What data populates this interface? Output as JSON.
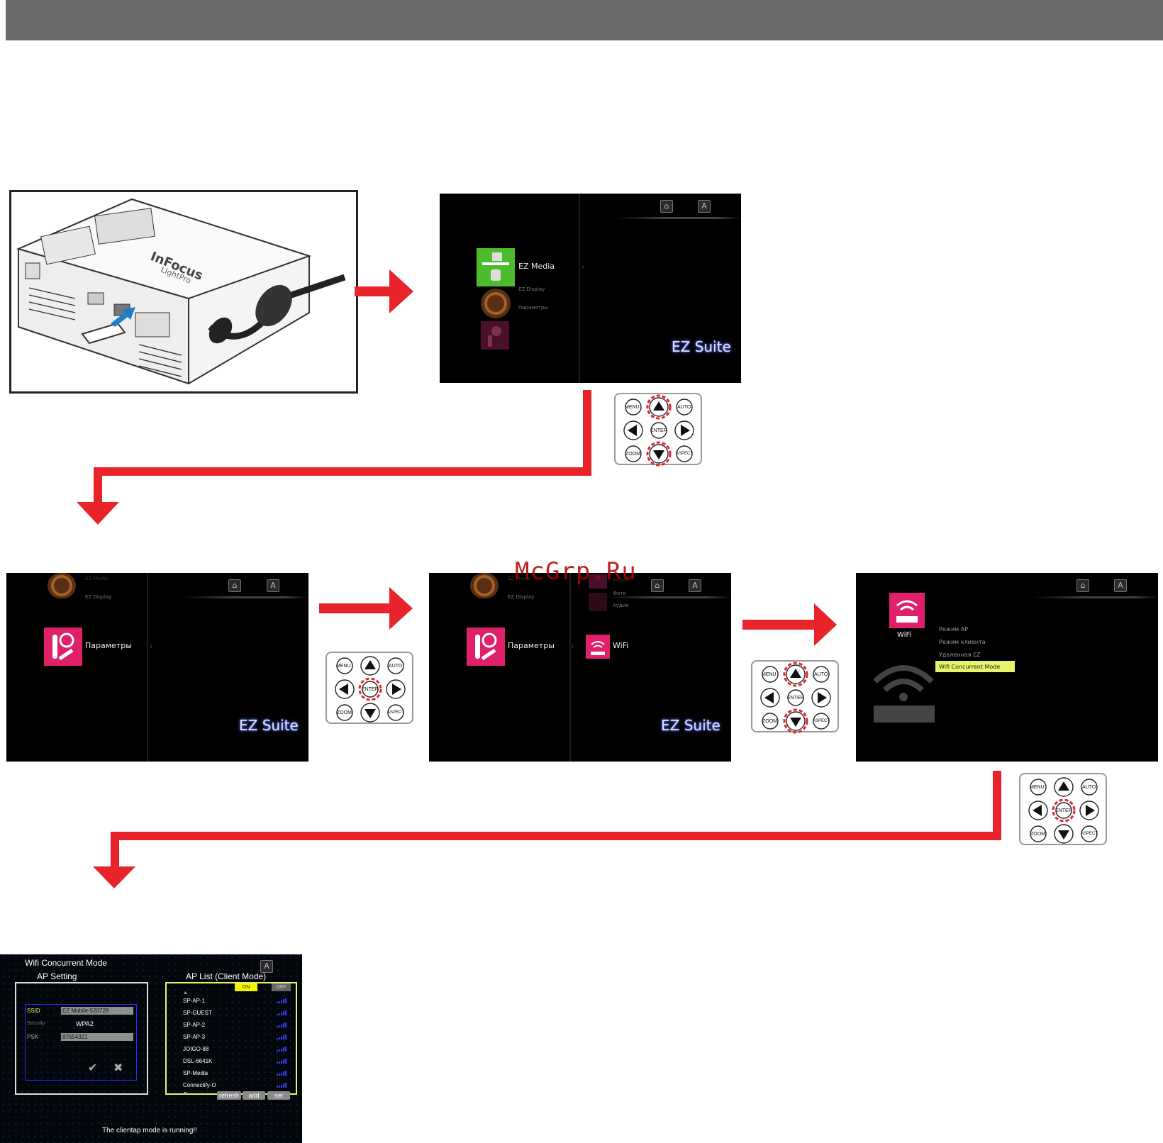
{
  "header": {
    "color": "#6a6a6a"
  },
  "watermark": "McGrp.Ru",
  "colors": {
    "arrow": "#e8232a",
    "green": "#4cbb2c",
    "magenta": "#e0206a",
    "highlight": "#e6f46a"
  },
  "photo": {
    "brand": "InFocus",
    "model": "LightPro"
  },
  "menu": {
    "ez_media": "EZ Media",
    "ez_display": "EZ Display",
    "params": "Параметры",
    "wifi": "WiFi",
    "sub_video": "Видео",
    "sub_photo": "Фото",
    "sub_audio": "Аудио"
  },
  "ez_suite": "EZ Suite",
  "wifi_menu": [
    "Режим AP",
    "Режим клиента",
    "Удаленная EZ",
    "Wifi Concurrent Mode"
  ],
  "remote": {
    "menu": "MENU",
    "auto": "AUTO",
    "enter": "ENTER",
    "zoom": "ZOOM",
    "aspect": "ASPECT"
  },
  "wcm": {
    "title": "Wifi Concurrent Mode",
    "ap_setting": "AP Setting",
    "ap_list": "AP List (Client Mode)",
    "on": "ON",
    "off": "OFF",
    "ssid_label": "SSID",
    "ssid": "EZ Mobile-520728",
    "security_label": "Security",
    "security": "WPA2",
    "psk_label": "PSK",
    "psk": "87654321",
    "aps": [
      "SP-AP-1",
      "SP-GUEST",
      "SP-AP-2",
      "SP-AP-3",
      "JOIGO-88",
      "DSL-6641K",
      "SP-Media",
      "Connectify-O"
    ],
    "refresh": "refresh",
    "add": "add",
    "set": "set",
    "status": "The clientap mode is running!!"
  }
}
